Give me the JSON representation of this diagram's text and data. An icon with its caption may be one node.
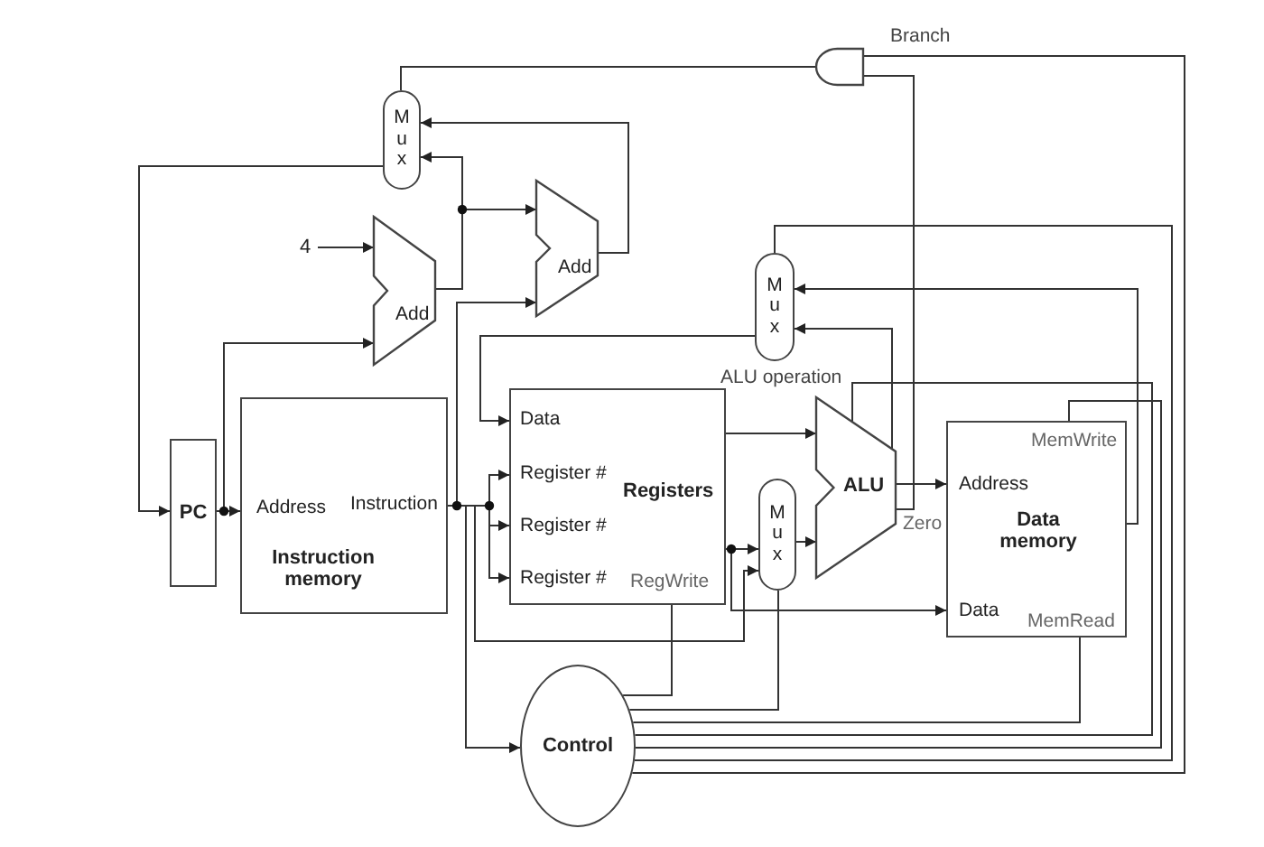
{
  "diagram": {
    "nodes": [
      {
        "text": [
          "Mux"
        ]
      },
      {
        "text": [
          "4"
        ]
      },
      {
        "text": [
          "Add"
        ]
      },
      {
        "text": [
          "Add"
        ]
      },
      {
        "text": [
          "Mux"
        ]
      },
      {
        "text": [
          "PC"
        ]
      },
      {
        "text": [
          "Address",
          "Instruction",
          "Instruction memory"
        ]
      },
      {
        "text": [
          "Data",
          "Register #",
          "Registers",
          "Register #",
          "Register #",
          "RegWrite"
        ]
      },
      {
        "text": [
          "Mux"
        ]
      },
      {
        "text": [
          "ALU"
        ],
        "beside": [
          "Zero"
        ]
      },
      {
        "text": [
          "MemWrite",
          "Address",
          "Data memory",
          "Data",
          "MemRead"
        ]
      },
      {
        "text": [
          "Control"
        ]
      },
      {
        "text": [],
        "shape": "gate"
      }
    ],
    "edges": [
      {
        "from": 0,
        "to": 5,
        "arrow": "to"
      },
      {
        "from": 5,
        "to": 6,
        "arrow": "to"
      },
      {
        "from": 5,
        "to": 2,
        "arrow": "to"
      },
      {
        "from": 1,
        "to": 2,
        "arrow": "to"
      },
      {
        "from": 2,
        "to": 0,
        "arrow": "to"
      },
      {
        "from": 2,
        "to": 3,
        "arrow": "to"
      },
      {
        "from": 3,
        "to": 0,
        "arrow": "to"
      },
      {
        "from": 6,
        "to": 3,
        "arrow": "to"
      },
      {
        "from": 6,
        "to": 7,
        "arrow": "to"
      },
      {
        "from": 6,
        "to": 7,
        "arrow": "to"
      },
      {
        "from": 6,
        "to": 7,
        "arrow": "to"
      },
      {
        "from": 6,
        "to": 11,
        "arrow": "to"
      },
      {
        "from": 4,
        "to": 7,
        "arrow": "to"
      },
      {
        "from": 7,
        "to": 9,
        "arrow": "to"
      },
      {
        "from": 7,
        "to": 8,
        "arrow": "to"
      },
      {
        "from": 7,
        "to": 10,
        "arrow": "to"
      },
      {
        "from": 6,
        "to": 8,
        "arrow": "to"
      },
      {
        "from": 8,
        "to": 9,
        "arrow": "to"
      },
      {
        "from": 9,
        "to": 10,
        "arrow": "to"
      },
      {
        "from": 9,
        "to": 4,
        "arrow": "to"
      },
      {
        "from": 10,
        "to": 4,
        "arrow": "to"
      },
      {
        "from": 9,
        "to": 12,
        "arrow": "none"
      },
      {
        "from": 11,
        "to": 12,
        "arrow": "none",
        "label": "Branch"
      },
      {
        "from": 12,
        "to": 0,
        "arrow": "none"
      },
      {
        "from": 11,
        "to": 4,
        "arrow": "none"
      },
      {
        "from": 11,
        "to": 9,
        "arrow": "none",
        "label": "ALU operation"
      },
      {
        "from": 11,
        "to": 10,
        "arrow": "none"
      },
      {
        "from": 11,
        "to": 10,
        "arrow": "none"
      },
      {
        "from": 11,
        "to": 8,
        "arrow": "none"
      },
      {
        "from": 11,
        "to": 7,
        "arrow": "none"
      }
    ]
  }
}
